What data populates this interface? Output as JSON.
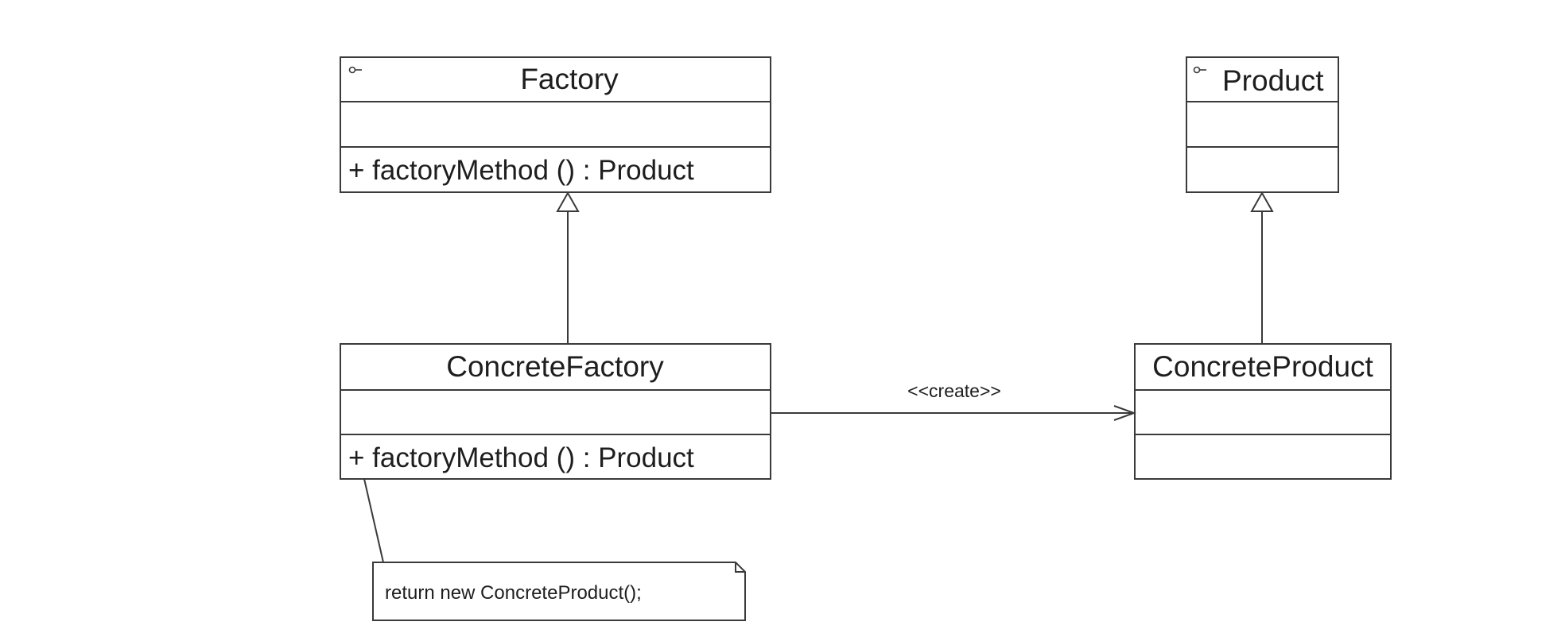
{
  "classes": {
    "factory": {
      "name": "Factory",
      "operations": [
        "+ factoryMethod () : Product"
      ]
    },
    "product": {
      "name": "Product",
      "operations": []
    },
    "concrete_factory": {
      "name": "ConcreteFactory",
      "operations": [
        "+ factoryMethod () : Product"
      ]
    },
    "concrete_product": {
      "name": "ConcreteProduct",
      "operations": []
    }
  },
  "relations": {
    "create_label": "<<create>>"
  },
  "note": {
    "text": "return new ConcreteProduct();"
  }
}
